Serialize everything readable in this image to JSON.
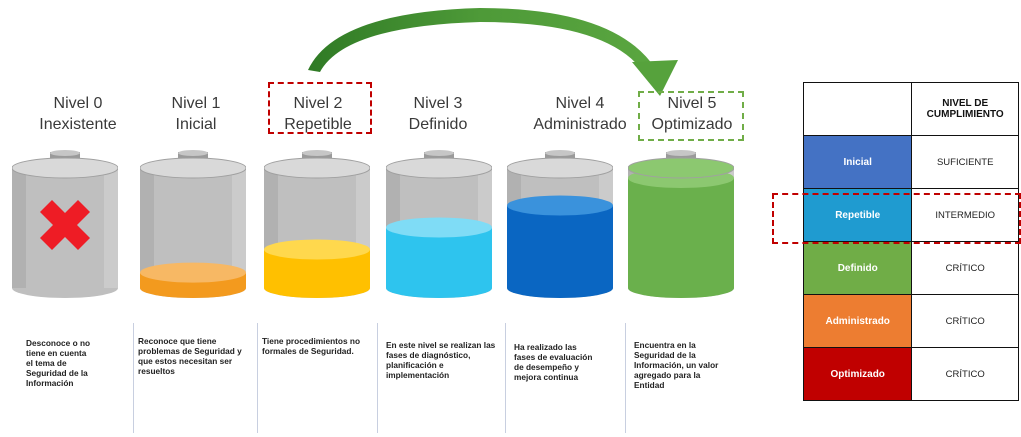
{
  "levels": [
    {
      "line1": "Nivel 0",
      "line2": "Inexistente",
      "fill": 0,
      "liquid": "",
      "top": "",
      "description": "Desconoce o no tiene en cuenta el tema de Seguridad de la Información"
    },
    {
      "line1": "Nivel 1",
      "line2": "Inicial",
      "fill": 0.14,
      "liquid": "#f39a1e",
      "top": "#f7b864",
      "description": "Reconoce que tiene problemas de Seguridad y que estos necesitan ser resueltos"
    },
    {
      "line1": "Nivel 2",
      "line2": "Repetible",
      "fill": 0.35,
      "liquid": "#ffc000",
      "top": "#ffd84d",
      "description": "Tiene procedimientos no formales de Seguridad."
    },
    {
      "line1": "Nivel 3",
      "line2": "Definido",
      "fill": 0.55,
      "liquid": "#2ec4ee",
      "top": "#7fdcf6",
      "description": "En este nivel se realizan las fases de diagnóstico, planificación e implementación"
    },
    {
      "line1": "Nivel 4",
      "line2": "Administrado",
      "fill": 0.75,
      "liquid": "#0a66c2",
      "top": "#3a92dc",
      "description": "Ha realizado las fases de evaluación de desempeño y mejora continua"
    },
    {
      "line1": "Nivel 5",
      "line2": "Optimizado",
      "fill": 1.0,
      "liquid": "#6ab04c",
      "top": "#8cc870",
      "description": "Encuentra en la Seguridad de la Información, un valor agregado para la Entidad"
    }
  ],
  "colors": {
    "highlight_red": "#c00000",
    "highlight_green": "#70ad47",
    "arrow": "#3f8a2e",
    "cross": "#ee1c25"
  },
  "table": {
    "header": "NIVEL DE CUMPLIMIENTO",
    "rows": [
      {
        "level": "Inicial",
        "value": "SUFICIENTE",
        "color": "#4472c4"
      },
      {
        "level": "Repetible",
        "value": "INTERMEDIO",
        "color": "#1f9bd0"
      },
      {
        "level": "Definido",
        "value": "CRÍTICO",
        "color": "#70ad47"
      },
      {
        "level": "Administrado",
        "value": "CRÍTICO",
        "color": "#ed7d31"
      },
      {
        "level": "Optimizado",
        "value": "CRÍTICO",
        "color": "#c00000"
      }
    ]
  }
}
